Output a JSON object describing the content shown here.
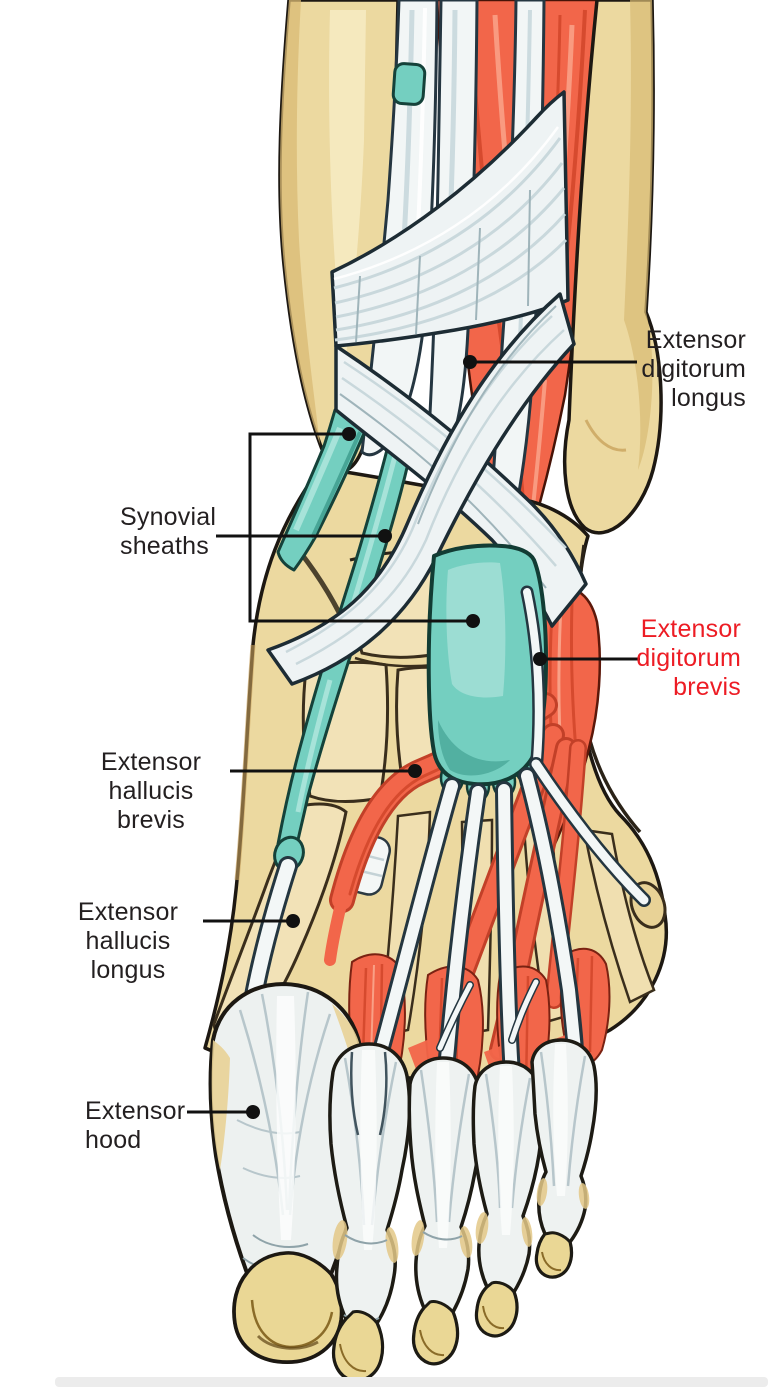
{
  "labels": {
    "extensor_digitorum_longus": {
      "lines": [
        "Extensor",
        "digitorum",
        "longus"
      ],
      "color": "#231f20"
    },
    "synovial_sheaths": {
      "lines": [
        "Synovial",
        "sheaths"
      ],
      "color": "#231f20"
    },
    "extensor_digitorum_brevis": {
      "lines": [
        "Extensor",
        "digitorum",
        "brevis"
      ],
      "color": "#ed1c24"
    },
    "extensor_hallucis_brevis": {
      "lines": [
        "Extensor",
        "hallucis brevis"
      ],
      "color": "#231f20"
    },
    "extensor_hallucis_longus": {
      "lines": [
        "Extensor",
        "hallucis longus"
      ],
      "color": "#231f20"
    },
    "extensor_hood": {
      "lines": [
        "Extensor",
        "hood"
      ],
      "color": "#231f20"
    }
  },
  "colors": {
    "background": "#ffffff",
    "bone_tan": "#ecd9a0",
    "bone_shade": "#d9ba74",
    "muscle_red": "#f2664a",
    "muscle_red_dark": "#d64a2e",
    "sheath_teal": "#74cfc0",
    "tendon_white": "#f3f7f7",
    "retinaculum_white": "#eef3f4",
    "outline_dark": "#1d1812",
    "label_black": "#231f20",
    "label_red": "#ed1c24",
    "leader_line": "#111111"
  }
}
